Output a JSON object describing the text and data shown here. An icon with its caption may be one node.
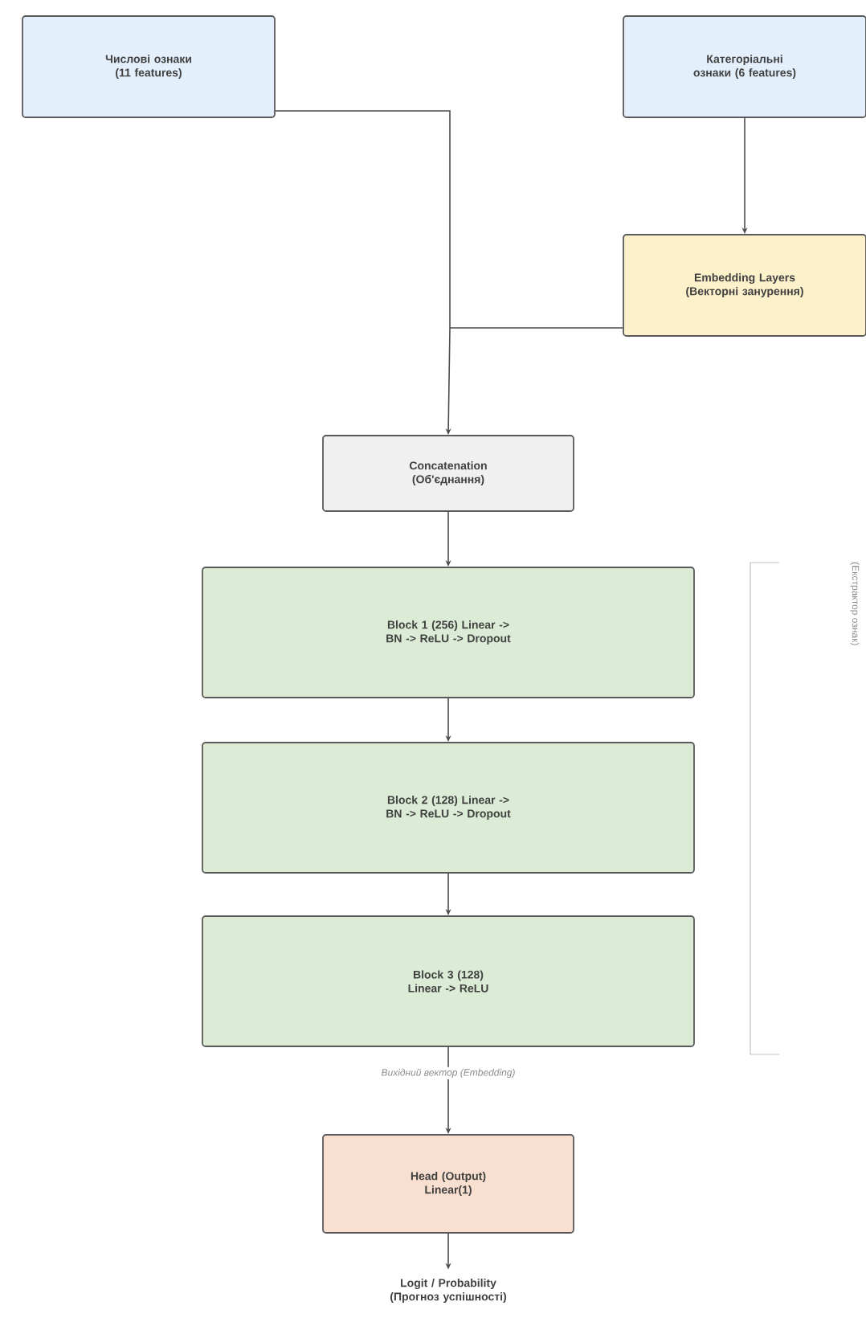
{
  "diagram": {
    "nodes": [
      {
        "text": [
          "Числові ознаки (11 features)"
        ]
      },
      {
        "text": [
          "Категоріальні ознаки (6 features)"
        ]
      },
      {
        "text": [
          "Embedding Layers (Векторні занурення)"
        ]
      },
      {
        "text": [
          "Concatenation (Об'єднання)"
        ]
      },
      {
        "text": [
          "Block 1 (256) Linear -> BN -> ReLU -> Dropout"
        ]
      },
      {
        "text": [
          "Block 2 (128) Linear -> BN -> ReLU -> Dropout"
        ]
      },
      {
        "text": [
          "Block 3 (128) Linear -> ReLU"
        ]
      },
      {
        "text": [
          "Head (Output) Linear(1)"
        ]
      },
      {
        "text": [
          "Logit / Probability (Прогноз успішності)"
        ]
      }
    ],
    "edges": [
      {
        "from": 0,
        "to": 3,
        "arrow": "to"
      },
      {
        "from": 1,
        "to": 2,
        "arrow": "to"
      },
      {
        "from": 2,
        "to": 3,
        "arrow": "to"
      },
      {
        "from": 3,
        "to": 4,
        "arrow": "to"
      },
      {
        "from": 4,
        "to": 5,
        "arrow": "to"
      },
      {
        "from": 5,
        "to": 6,
        "arrow": "to"
      },
      {
        "from": 6,
        "to": 7,
        "arrow": "to",
        "label": "Вихідний вектор (Embedding)"
      },
      {
        "from": 7,
        "to": 8,
        "arrow": "to"
      }
    ],
    "labels": [
      "(Екстрактор ознак)"
    ]
  }
}
